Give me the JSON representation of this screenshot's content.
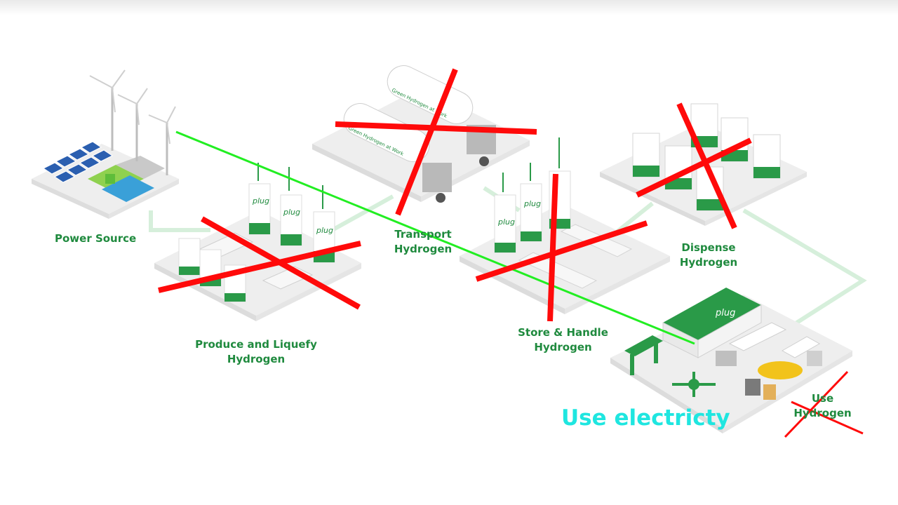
{
  "stages": {
    "power_source": {
      "label": "Power Source"
    },
    "produce_liquefy": {
      "line1": "Produce and Liquefy",
      "line2": "Hydrogen"
    },
    "transport": {
      "line1": "Transport",
      "line2": "Hydrogen"
    },
    "store_handle": {
      "line1": "Store & Handle",
      "line2": "Hydrogen"
    },
    "dispense": {
      "line1": "Dispense",
      "line2": "Hydrogen"
    },
    "use": {
      "line1": "Use",
      "line2": "Hydrogen"
    }
  },
  "brand": {
    "mark": "plug"
  },
  "truck_text": {
    "tanker": "Green Hydrogen at Work"
  },
  "annotation": {
    "caption": "Use electricty"
  },
  "colors": {
    "brand_green": "#1f8a3e",
    "cross_red": "#ff0a0a",
    "arrow_green": "#22ee22",
    "caption_cyan": "#1fe6e0"
  }
}
